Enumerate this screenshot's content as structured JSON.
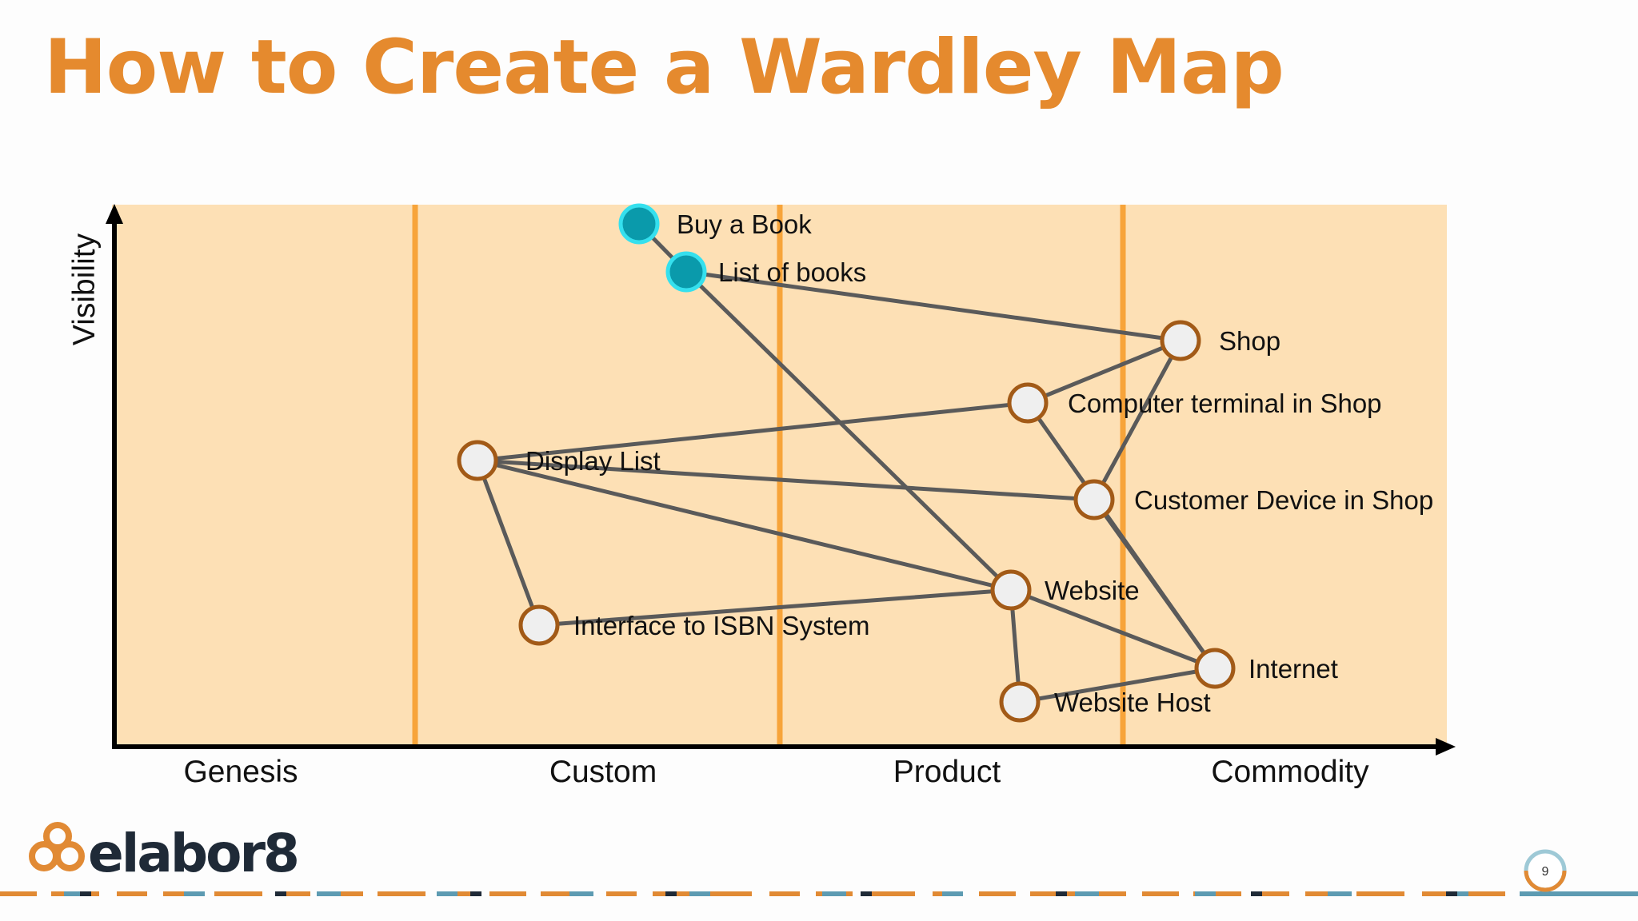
{
  "title": "How to Create a Wardley Map",
  "map": {
    "y_axis_label": "Visibility",
    "evolution_stages": [
      "Genesis",
      "Custom",
      "Product",
      "Commodity"
    ],
    "components": [
      {
        "id": "buy-a-book",
        "label": "Buy a Book",
        "kind": "user-need"
      },
      {
        "id": "list-of-books",
        "label": "List of books",
        "kind": "user-need"
      },
      {
        "id": "shop",
        "label": "Shop",
        "kind": "component"
      },
      {
        "id": "computer-terminal",
        "label": "Computer terminal in Shop",
        "kind": "component"
      },
      {
        "id": "display-list",
        "label": "Display List",
        "kind": "component"
      },
      {
        "id": "customer-device",
        "label": "Customer Device in Shop",
        "kind": "component"
      },
      {
        "id": "website",
        "label": "Website",
        "kind": "component"
      },
      {
        "id": "isbn-interface",
        "label": "Interface to ISBN System",
        "kind": "component"
      },
      {
        "id": "internet",
        "label": "Internet",
        "kind": "component"
      },
      {
        "id": "website-host",
        "label": "Website Host",
        "kind": "component"
      }
    ],
    "links": [
      [
        "buy-a-book",
        "list-of-books"
      ],
      [
        "list-of-books",
        "shop"
      ],
      [
        "list-of-books",
        "website"
      ],
      [
        "shop",
        "computer-terminal"
      ],
      [
        "shop",
        "customer-device"
      ],
      [
        "computer-terminal",
        "display-list"
      ],
      [
        "computer-terminal",
        "internet"
      ],
      [
        "display-list",
        "customer-device"
      ],
      [
        "display-list",
        "website"
      ],
      [
        "display-list",
        "isbn-interface"
      ],
      [
        "isbn-interface",
        "website"
      ],
      [
        "customer-device",
        "internet"
      ],
      [
        "website",
        "internet"
      ],
      [
        "website",
        "website-host"
      ],
      [
        "website-host",
        "internet"
      ]
    ],
    "colors": {
      "background": "#fde0b5",
      "stage_divider": "#f7a43a",
      "link": "#5a5a5a",
      "need_fill": "#0a9aab",
      "need_stroke": "#35e0ee",
      "component_fill": "#efefef",
      "component_stroke": "#a25a17"
    }
  },
  "footer": {
    "brand": "elabor8",
    "page_number": "9",
    "colors": {
      "orange": "#e18a34",
      "blue": "#5d9bb2",
      "dark": "#1f2a37"
    }
  }
}
